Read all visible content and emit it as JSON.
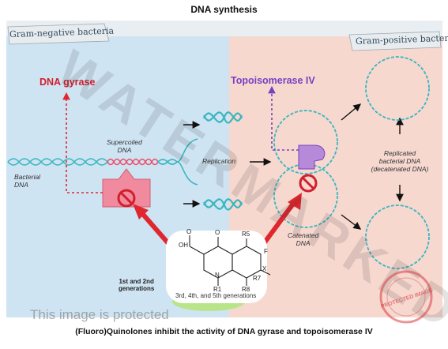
{
  "title": "DNA synthesis",
  "panels": {
    "left": "Gram-negative bacteria",
    "right": "Gram-positive bacteria"
  },
  "enzymes": {
    "gyrase": "DNA gyrase",
    "topo": "Topoisomerase IV"
  },
  "labels": {
    "supercoiled": [
      "Supercoiled",
      "DNA"
    ],
    "bacterial": [
      "Bacterial",
      "DNA"
    ],
    "replication": "Replication",
    "catenated": [
      "Catenated",
      "DNA"
    ],
    "replicated": [
      "Replicated",
      "bacterial DNA",
      "(decatenated DNA)"
    ],
    "gen12": [
      "1st and 2nd",
      "generations"
    ],
    "gen345": "3rd, 4th, and 5th generations"
  },
  "chemistry": {
    "cooh": "OH",
    "ketone": "O",
    "carbonyl": "O",
    "r5": "R5",
    "f": "F",
    "x": "X",
    "r7": "R7",
    "n": "N",
    "r1": "R1",
    "r8": "R8"
  },
  "overlay": {
    "protected_text": "This image is protected",
    "watermark": "WATERMARKED",
    "stamp": "PROTECTED IMAGE"
  },
  "caption": "(Fluoro)Quinolones inhibit the activity of DNA gyrase and topoisomerase IV",
  "colors": {
    "left_bg": "#cfe4f3",
    "right_bg": "#f6d8cf",
    "dna": "#39b6bf",
    "red": "#e0262f",
    "purple": "#7a3fc1",
    "pink": "#f08a9e"
  }
}
